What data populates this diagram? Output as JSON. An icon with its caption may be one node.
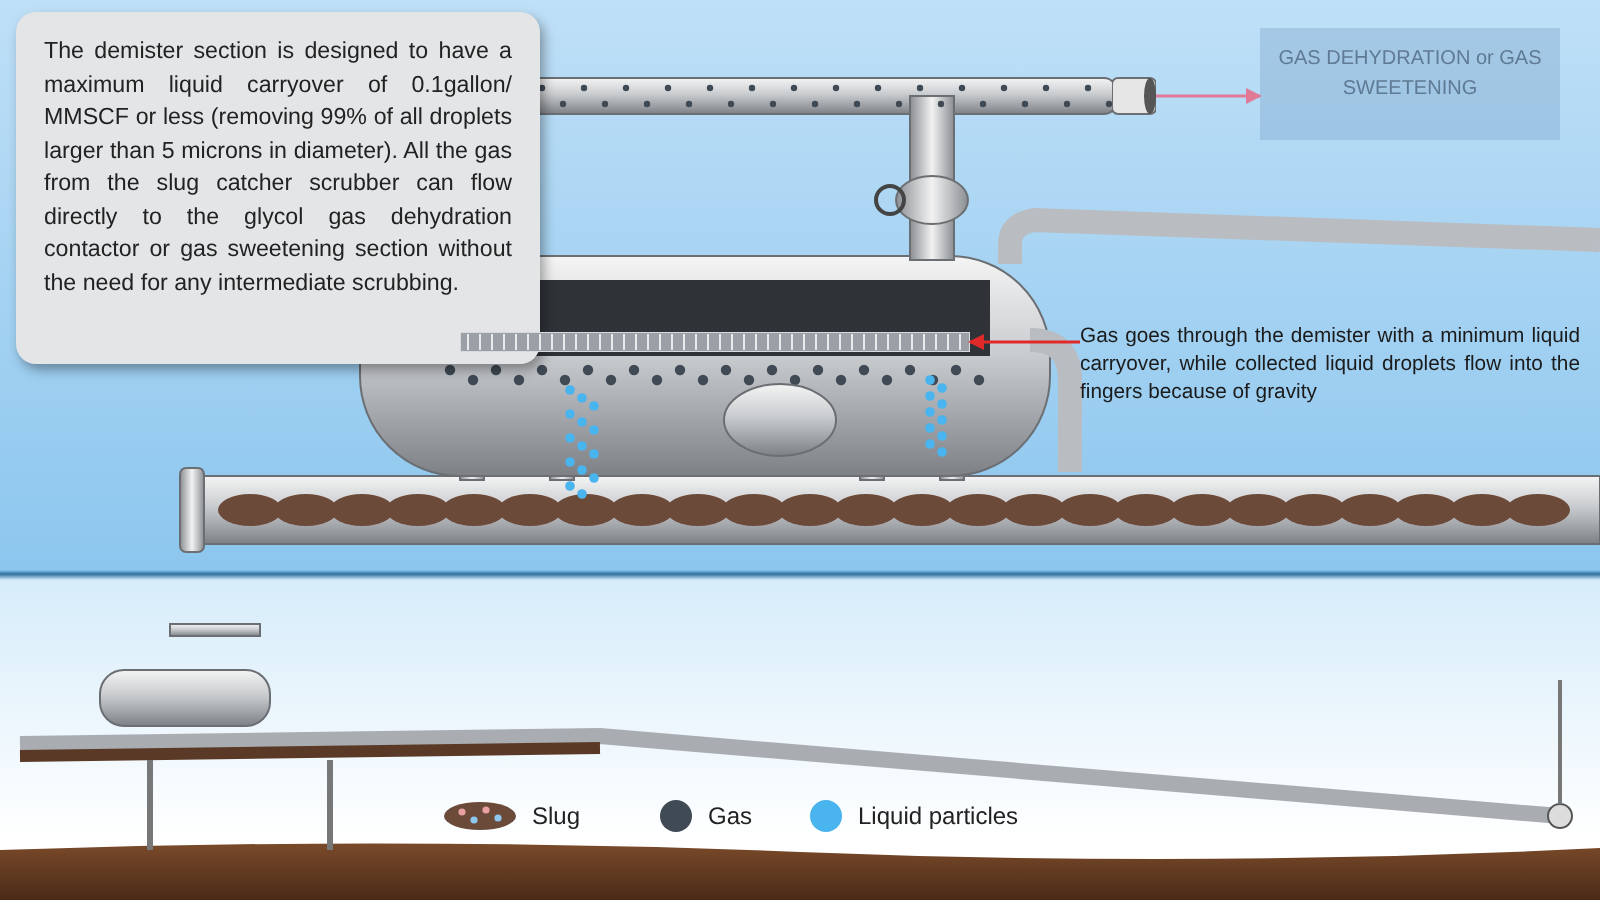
{
  "diagram": {
    "nodes": [
      {
        "text": [
          "The demister section is designed to have a maximum liquid carryover of 0.1gallon/ MMSCF or less (removing 99% of all droplets larger than 5 microns in diameter). All the gas from the slug catcher scrubber can flow directly to the glycol gas dehydration contactor or gas sweetening section without the need for any intermediate scrubbing."
        ]
      },
      {
        "text": [
          "GAS DEHYDRATION or GAS SWEETENING"
        ]
      },
      {
        "text": [],
        "shape": "picture"
      },
      {
        "text": [
          "Gas goes through the demister with a minimum liquid carryover, while collected liquid droplets flow into the fingers because of gravity"
        ]
      },
      {
        "text": [],
        "shape": "bar"
      }
    ],
    "edges": [
      {
        "from": 2,
        "to": 1,
        "arrow": "to",
        "color": "#e07a96"
      },
      {
        "from": 3,
        "to": 4,
        "arrow": "to",
        "color": "#e02a2a"
      }
    ],
    "legend": [
      {
        "text": "Slug"
      },
      {
        "text": "Gas",
        "color": "#3f4a55"
      },
      {
        "text": "Liquid particles",
        "color": "#4ab4ee"
      }
    ]
  }
}
